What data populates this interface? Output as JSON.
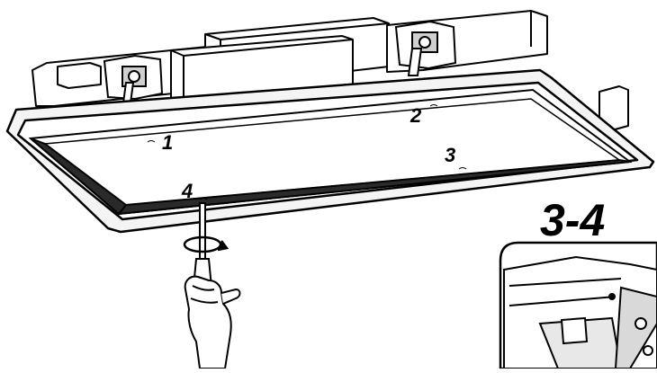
{
  "callouts": {
    "screw_1": "1",
    "screw_2": "2",
    "screw_3": "3",
    "screw_4": "4"
  },
  "step_label": "3-4",
  "colors": {
    "line": "#000000",
    "background": "#ffffff",
    "panel_shade": "#d9d9d9",
    "frame_shade": "#f4f4f4"
  },
  "icons": {
    "screwdriver": "screwdriver-icon",
    "rotation": "rotation-arrow-icon",
    "hand": "hand-icon"
  }
}
